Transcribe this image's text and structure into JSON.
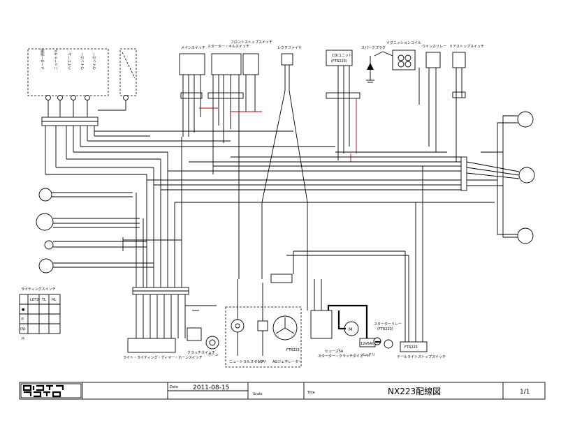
{
  "components": {
    "main_switch": "メインスイッチ",
    "starter_kill_switch": "スターター・キルスイッチ",
    "front_stop_switch": "フロントストップスイッチ",
    "rectifier": "レクチファイヤ",
    "cdi_unit": "CDIユニット",
    "cdi_model": "(FTR223)",
    "spark_plug": "スパークプラグ",
    "ignition_coil": "イグニッションコイル",
    "winker_relay": "ウインカリレー",
    "rear_stop_switch": "リアストップスイッチ",
    "lighting_switch": "ライティングスイッチ",
    "lighting_dimmer_horn_switch": "ライト・ライティング・ディマー・ホーンスイッチ",
    "clutch_switch": "クラッチスイッチ",
    "horn": "ホーン",
    "neutral_switch": "ニュートラルスイッチ",
    "pulser": "パルサ",
    "ac_generator": "AGジェネレーター",
    "generator_model": "FTR223",
    "starter_relay": "スターターリレー",
    "starter_relay_model": "(FTR223)",
    "starter_motor": "スターターモーター",
    "battery_size": "12V6Ah",
    "battery": "バッテリ",
    "fuse": "ヒューズ5A",
    "starter_switch_clutch_note": "スターター・クラッチダイオード",
    "ftr_box": "FTR223",
    "tail_stop_light_switch": "テールライトストップスイッチ"
  },
  "lighting_table": {
    "headers": [
      "",
      "LOT2",
      "TL",
      "HL"
    ],
    "rows": [
      "●",
      "P",
      "(N)",
      "H"
    ]
  },
  "title_block": {
    "date_label": "Date",
    "date_value": "2011-08-15",
    "scale_label": "Scale",
    "title_label": "Title",
    "title_value": "NX223配線図",
    "sheet": "1/1"
  }
}
